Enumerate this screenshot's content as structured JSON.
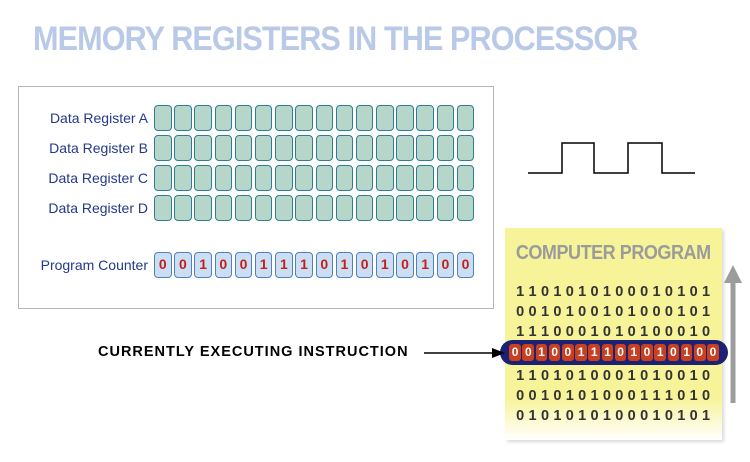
{
  "title": "MEMORY REGISTERS IN THE PROCESSOR",
  "registers_panel": {
    "data_registers": [
      {
        "label": "Data Register A",
        "cells": 16
      },
      {
        "label": "Data Register B",
        "cells": 16
      },
      {
        "label": "Data Register C",
        "cells": 16
      },
      {
        "label": "Data Register D",
        "cells": 16
      }
    ],
    "program_counter": {
      "label": "Program Counter",
      "bits": "0010011101010100"
    }
  },
  "clock_signal": {
    "icon": "clock-square-wave-icon",
    "pulses": 2
  },
  "program_panel": {
    "title": "COMPUTER PROGRAM",
    "rows_above": [
      "1101010100010101",
      "0010100101000101",
      "1110001010100010"
    ],
    "highlighted_row": "0010011101010100",
    "rows_below": [
      "1101010001010010",
      "0010101000111010",
      "0101010100010101"
    ],
    "direction_arrow": "up-arrow-icon"
  },
  "annotation": {
    "label": "CURRENTLY EXECUTING INSTRUCTION",
    "arrow": "right-arrow-icon"
  },
  "colors": {
    "title_blue": "#b9c9e7",
    "label_navy": "#23398b",
    "register_cell_fill": "#b6d6ca",
    "register_cell_border": "#2e7d96",
    "pc_cell_fill": "#cbdef2",
    "pc_cell_border": "#4e82b8",
    "pc_digit_red": "#c12020",
    "program_bg_yellow": "#f7f399",
    "program_title_gray": "#9b9b9b",
    "binary_digit_gray": "#333333",
    "pill_navy": "#1b2173",
    "pill_cell_red": "#c8401f",
    "arrow_gray": "#9c9c9c"
  }
}
